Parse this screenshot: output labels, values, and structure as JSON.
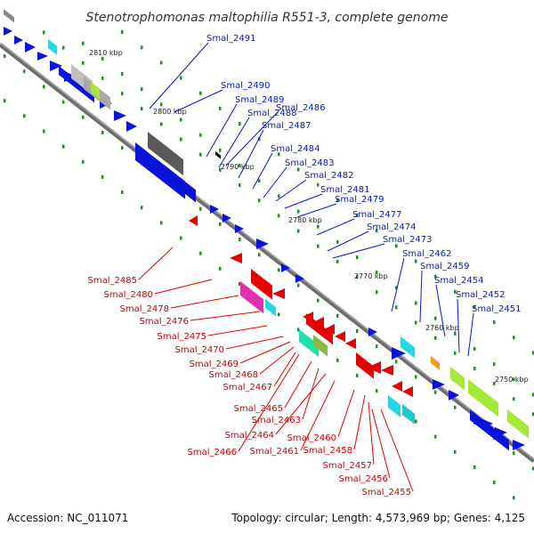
{
  "title": "Stenotrophomonas maltophilia R551-3, complete genome",
  "footer": {
    "accession": "Accession: NC_011071",
    "summary": "Topology: circular; Length: 4,573,969 bp; Genes: 4,125"
  },
  "colors": {
    "forward": "#0a14d8",
    "reverse": "#e60000",
    "backbone": "#808080",
    "dots": "#2a8a2a",
    "forward_label": "#0a18c8",
    "reverse_label": "#c80000"
  },
  "kbp_ticks": [
    "2810 kbp",
    "2800 kbp",
    "2790 kbp",
    "2780 kbp",
    "2770 kbp",
    "2760 kbp",
    "2750 kbp"
  ],
  "forward_labels": [
    "Smal_2491",
    "Smal_2490",
    "Smal_2489",
    "Smal_2488",
    "Smal_2486",
    "Smal_2487",
    "Smal_2484",
    "Smal_2483",
    "Smal_2482",
    "Smal_2481",
    "Smal_2479",
    "Smal_2477",
    "Smal_2474",
    "Smal_2473",
    "Smal_2462",
    "Smal_2459",
    "Smal_2454",
    "Smal_2452",
    "Smal_2451"
  ],
  "reverse_labels": [
    "Smal_2485",
    "Smal_2480",
    "Smal_2478",
    "Smal_2476",
    "Smal_2475",
    "Smal_2470",
    "Smal_2469",
    "Smal_2468",
    "Smal_2467",
    "Smal_2465",
    "Smal_2463",
    "Smal_2464",
    "Smal_2460",
    "Smal_2466",
    "Smal_2461",
    "Smal_2458",
    "Smal_2457",
    "Smal_2456",
    "Smal_2455"
  ]
}
